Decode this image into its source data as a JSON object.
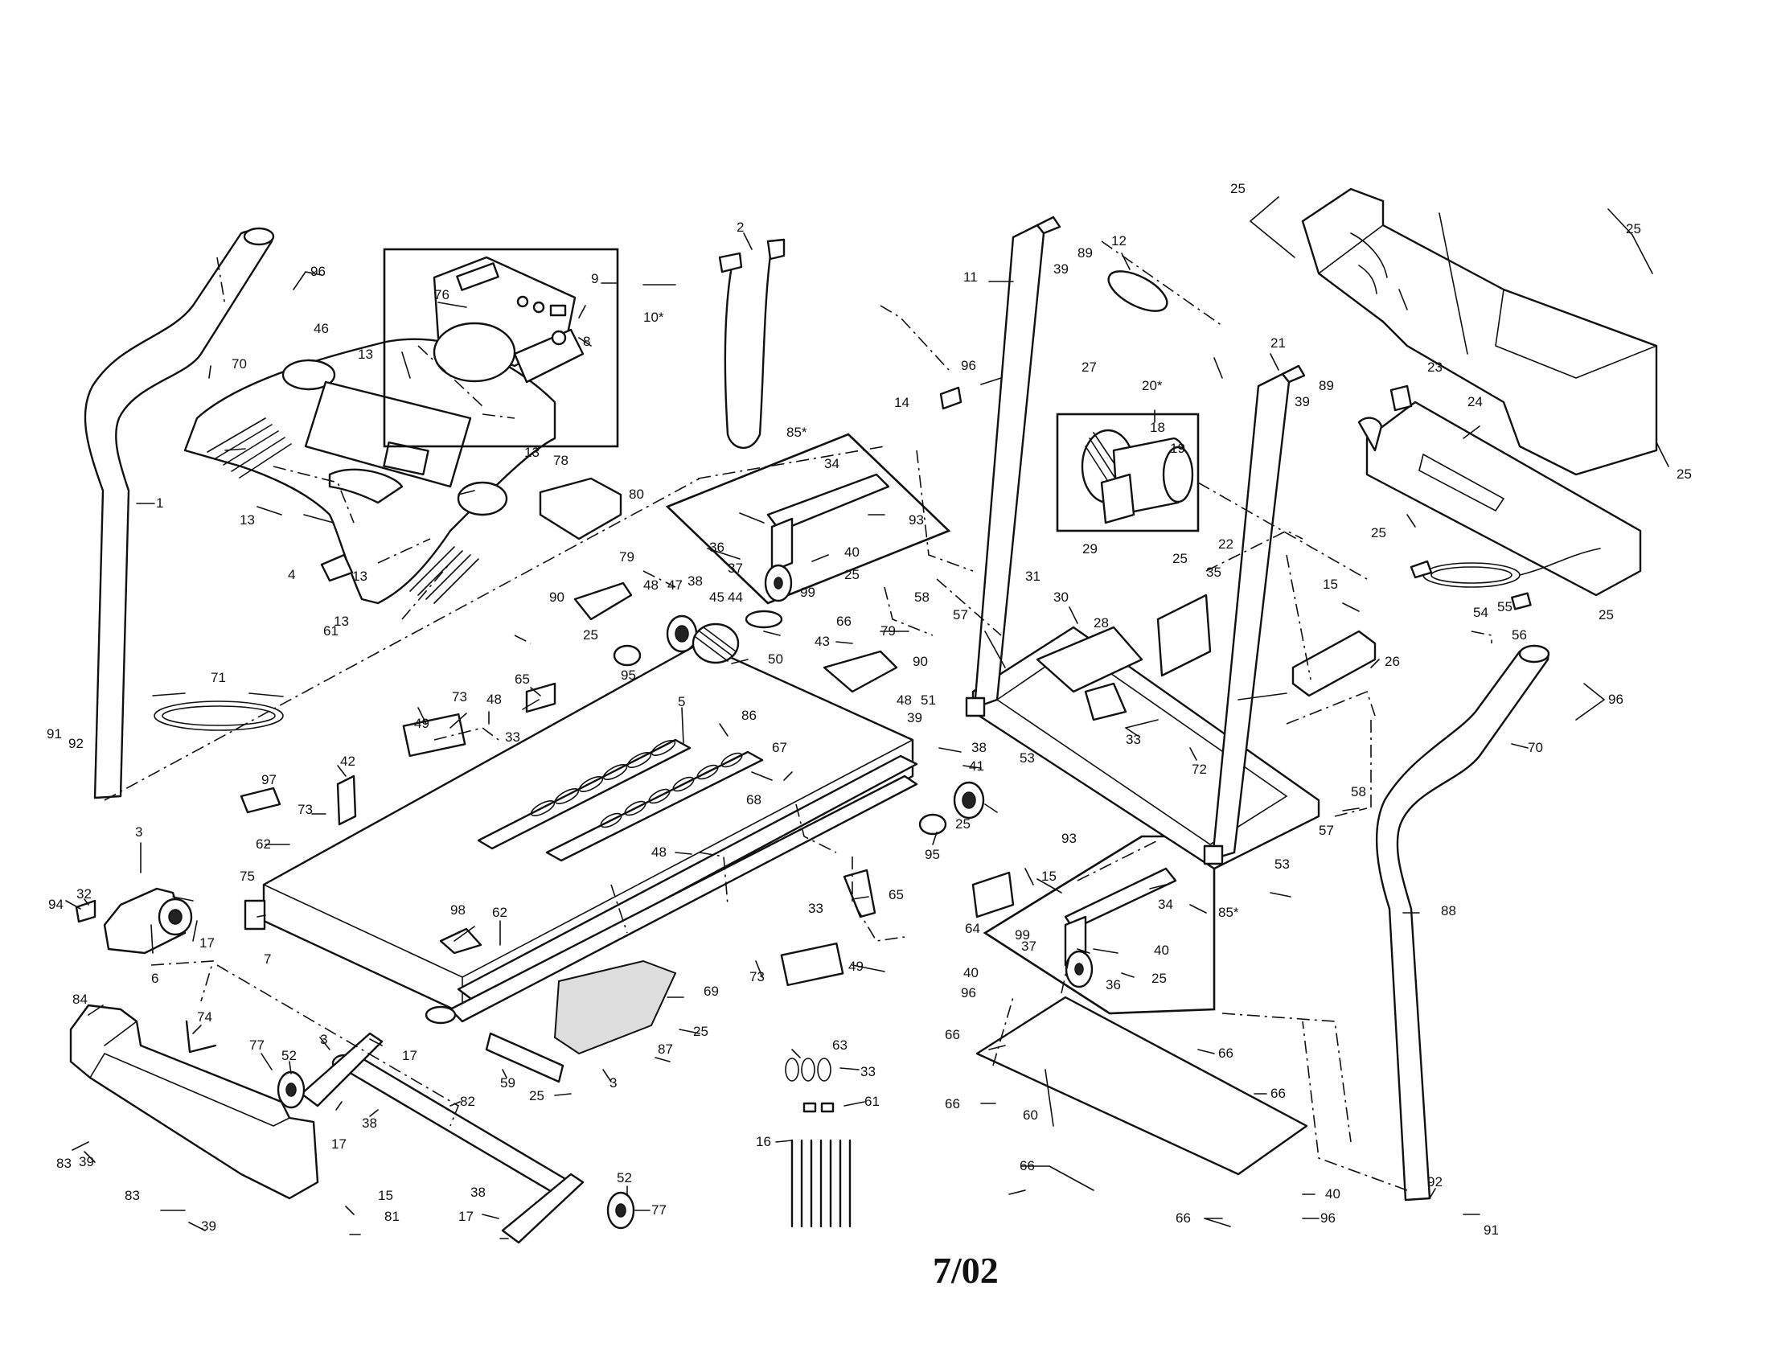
{
  "diagram": {
    "footer_date": "7/02",
    "callouts": [
      {
        "id": "c1",
        "text": "1"
      },
      {
        "id": "c2",
        "text": "2"
      },
      {
        "id": "c3a",
        "text": "3"
      },
      {
        "id": "c3b",
        "text": "3"
      },
      {
        "id": "c3c",
        "text": "3"
      },
      {
        "id": "c4",
        "text": "4"
      },
      {
        "id": "c5",
        "text": "5"
      },
      {
        "id": "c6",
        "text": "6"
      },
      {
        "id": "c7",
        "text": "7"
      },
      {
        "id": "c8",
        "text": "8"
      },
      {
        "id": "c9",
        "text": "9"
      },
      {
        "id": "c10",
        "text": "10*"
      },
      {
        "id": "c11",
        "text": "11"
      },
      {
        "id": "c12",
        "text": "12"
      },
      {
        "id": "c13a",
        "text": "13"
      },
      {
        "id": "c13b",
        "text": "13"
      },
      {
        "id": "c13c",
        "text": "13"
      },
      {
        "id": "c13d",
        "text": "13"
      },
      {
        "id": "c13e",
        "text": "13"
      },
      {
        "id": "c14",
        "text": "14"
      },
      {
        "id": "c15a",
        "text": "15"
      },
      {
        "id": "c15b",
        "text": "15"
      },
      {
        "id": "c15c",
        "text": "15"
      },
      {
        "id": "c16",
        "text": "16"
      },
      {
        "id": "c17a",
        "text": "17"
      },
      {
        "id": "c17b",
        "text": "17"
      },
      {
        "id": "c17c",
        "text": "17"
      },
      {
        "id": "c17d",
        "text": "17"
      },
      {
        "id": "c18",
        "text": "18"
      },
      {
        "id": "c19",
        "text": "19"
      },
      {
        "id": "c20",
        "text": "20*"
      },
      {
        "id": "c21",
        "text": "21"
      },
      {
        "id": "c22",
        "text": "22"
      },
      {
        "id": "c23",
        "text": "23"
      },
      {
        "id": "c24",
        "text": "24"
      },
      {
        "id": "c25a",
        "text": "25"
      },
      {
        "id": "c25b",
        "text": "25"
      },
      {
        "id": "c25c",
        "text": "25"
      },
      {
        "id": "c25d",
        "text": "25"
      },
      {
        "id": "c25e",
        "text": "25"
      },
      {
        "id": "c25f",
        "text": "25"
      },
      {
        "id": "c25g",
        "text": "25"
      },
      {
        "id": "c25h",
        "text": "25"
      },
      {
        "id": "c25i",
        "text": "25"
      },
      {
        "id": "c25j",
        "text": "25"
      },
      {
        "id": "c25k",
        "text": "25"
      },
      {
        "id": "c25l",
        "text": "25"
      },
      {
        "id": "c26",
        "text": "26"
      },
      {
        "id": "c27",
        "text": "27"
      },
      {
        "id": "c28",
        "text": "28"
      },
      {
        "id": "c29",
        "text": "29"
      },
      {
        "id": "c30",
        "text": "30"
      },
      {
        "id": "c31",
        "text": "31"
      },
      {
        "id": "c32",
        "text": "32"
      },
      {
        "id": "c33a",
        "text": "33"
      },
      {
        "id": "c33b",
        "text": "33"
      },
      {
        "id": "c33c",
        "text": "33"
      },
      {
        "id": "c33d",
        "text": "33"
      },
      {
        "id": "c34a",
        "text": "34"
      },
      {
        "id": "c34b",
        "text": "34"
      },
      {
        "id": "c35",
        "text": "35"
      },
      {
        "id": "c36a",
        "text": "36"
      },
      {
        "id": "c36b",
        "text": "36"
      },
      {
        "id": "c37a",
        "text": "37"
      },
      {
        "id": "c37b",
        "text": "37"
      },
      {
        "id": "c38a",
        "text": "38"
      },
      {
        "id": "c38b",
        "text": "38"
      },
      {
        "id": "c38c",
        "text": "38"
      },
      {
        "id": "c38d",
        "text": "38"
      },
      {
        "id": "c39a",
        "text": "39"
      },
      {
        "id": "c39b",
        "text": "39"
      },
      {
        "id": "c39c",
        "text": "39"
      },
      {
        "id": "c39d",
        "text": "39"
      },
      {
        "id": "c39e",
        "text": "39"
      },
      {
        "id": "c40a",
        "text": "40"
      },
      {
        "id": "c40b",
        "text": "40"
      },
      {
        "id": "c40c",
        "text": "40"
      },
      {
        "id": "c40d",
        "text": "40"
      },
      {
        "id": "c41",
        "text": "41"
      },
      {
        "id": "c42",
        "text": "42"
      },
      {
        "id": "c43",
        "text": "43"
      },
      {
        "id": "c44",
        "text": "44"
      },
      {
        "id": "c45",
        "text": "45"
      },
      {
        "id": "c46",
        "text": "46"
      },
      {
        "id": "c47",
        "text": "47"
      },
      {
        "id": "c48a",
        "text": "48"
      },
      {
        "id": "c48b",
        "text": "48"
      },
      {
        "id": "c48c",
        "text": "48"
      },
      {
        "id": "c48d",
        "text": "48"
      },
      {
        "id": "c49a",
        "text": "49"
      },
      {
        "id": "c49b",
        "text": "49"
      },
      {
        "id": "c50",
        "text": "50"
      },
      {
        "id": "c51",
        "text": "51"
      },
      {
        "id": "c52a",
        "text": "52"
      },
      {
        "id": "c52b",
        "text": "52"
      },
      {
        "id": "c53a",
        "text": "53"
      },
      {
        "id": "c53b",
        "text": "53"
      },
      {
        "id": "c54",
        "text": "54"
      },
      {
        "id": "c55",
        "text": "55"
      },
      {
        "id": "c56",
        "text": "56"
      },
      {
        "id": "c57a",
        "text": "57"
      },
      {
        "id": "c57b",
        "text": "57"
      },
      {
        "id": "c58a",
        "text": "58"
      },
      {
        "id": "c58b",
        "text": "58"
      },
      {
        "id": "c59",
        "text": "59"
      },
      {
        "id": "c60",
        "text": "60"
      },
      {
        "id": "c61a",
        "text": "61"
      },
      {
        "id": "c61b",
        "text": "61"
      },
      {
        "id": "c62a",
        "text": "62"
      },
      {
        "id": "c62b",
        "text": "62"
      },
      {
        "id": "c63",
        "text": "63"
      },
      {
        "id": "c64",
        "text": "64"
      },
      {
        "id": "c65a",
        "text": "65"
      },
      {
        "id": "c65b",
        "text": "65"
      },
      {
        "id": "c66a",
        "text": "66"
      },
      {
        "id": "c66b",
        "text": "66"
      },
      {
        "id": "c66c",
        "text": "66"
      },
      {
        "id": "c66d",
        "text": "66"
      },
      {
        "id": "c66e",
        "text": "66"
      },
      {
        "id": "c66f",
        "text": "66"
      },
      {
        "id": "c66g",
        "text": "66"
      },
      {
        "id": "c67",
        "text": "67"
      },
      {
        "id": "c68",
        "text": "68"
      },
      {
        "id": "c69",
        "text": "69"
      },
      {
        "id": "c70a",
        "text": "70"
      },
      {
        "id": "c70b",
        "text": "70"
      },
      {
        "id": "c71",
        "text": "71"
      },
      {
        "id": "c72",
        "text": "72"
      },
      {
        "id": "c73a",
        "text": "73"
      },
      {
        "id": "c73b",
        "text": "73"
      },
      {
        "id": "c73c",
        "text": "73"
      },
      {
        "id": "c74",
        "text": "74"
      },
      {
        "id": "c75",
        "text": "75"
      },
      {
        "id": "c76",
        "text": "76"
      },
      {
        "id": "c77a",
        "text": "77"
      },
      {
        "id": "c77b",
        "text": "77"
      },
      {
        "id": "c78",
        "text": "78"
      },
      {
        "id": "c79a",
        "text": "79"
      },
      {
        "id": "c79b",
        "text": "79"
      },
      {
        "id": "c80",
        "text": "80"
      },
      {
        "id": "c81",
        "text": "81"
      },
      {
        "id": "c82",
        "text": "82"
      },
      {
        "id": "c83a",
        "text": "83"
      },
      {
        "id": "c83b",
        "text": "83"
      },
      {
        "id": "c84",
        "text": "84"
      },
      {
        "id": "c85a",
        "text": "85*"
      },
      {
        "id": "c85b",
        "text": "85*"
      },
      {
        "id": "c86",
        "text": "86"
      },
      {
        "id": "c87",
        "text": "87"
      },
      {
        "id": "c88",
        "text": "88"
      },
      {
        "id": "c89a",
        "text": "89"
      },
      {
        "id": "c89b",
        "text": "89"
      },
      {
        "id": "c90a",
        "text": "90"
      },
      {
        "id": "c90b",
        "text": "90"
      },
      {
        "id": "c91a",
        "text": "91"
      },
      {
        "id": "c91b",
        "text": "91"
      },
      {
        "id": "c92a",
        "text": "92"
      },
      {
        "id": "c92b",
        "text": "92"
      },
      {
        "id": "c93a",
        "text": "93"
      },
      {
        "id": "c93b",
        "text": "93"
      },
      {
        "id": "c94",
        "text": "94"
      },
      {
        "id": "c95a",
        "text": "95"
      },
      {
        "id": "c95b",
        "text": "95"
      },
      {
        "id": "c96a",
        "text": "96"
      },
      {
        "id": "c96b",
        "text": "96"
      },
      {
        "id": "c96c",
        "text": "96"
      },
      {
        "id": "c96d",
        "text": "96"
      },
      {
        "id": "c96e",
        "text": "96"
      },
      {
        "id": "c97",
        "text": "97"
      },
      {
        "id": "c98",
        "text": "98"
      },
      {
        "id": "c99a",
        "text": "99"
      },
      {
        "id": "c99b",
        "text": "99"
      }
    ]
  }
}
